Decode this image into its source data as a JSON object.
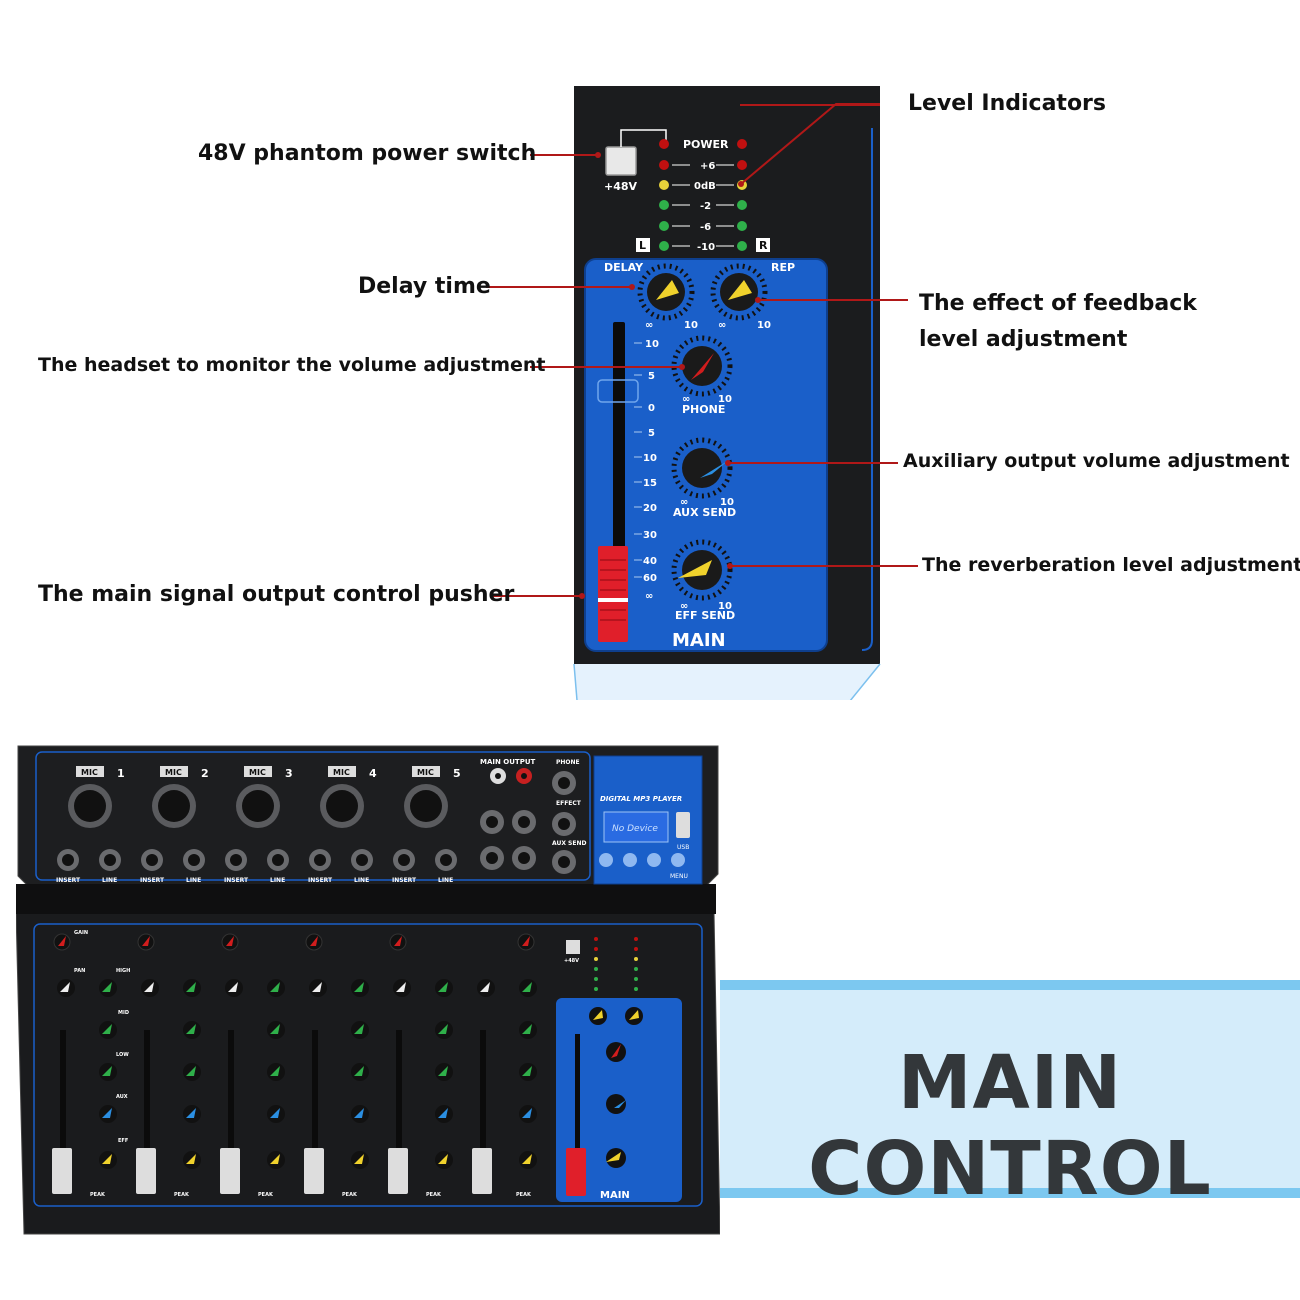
{
  "callouts": {
    "level_indicators": "Level Indicators",
    "phantom_power": "48V phantom power switch",
    "delay_time": "Delay time",
    "feedback": "The effect of feedback level adjustment",
    "headset_volume": "The headset to monitor the volume adjustment",
    "aux_output": "Auxiliary output volume adjustment",
    "reverb_level": "The reverberation level adjustment",
    "main_pusher": "The main signal output control pusher"
  },
  "panel_labels": {
    "plus48v": "+48V",
    "power": "POWER",
    "meter_scale": [
      "+6",
      "0dB",
      "-2",
      "-6",
      "-10"
    ],
    "left": "L",
    "right": "R",
    "delay": "DELAY",
    "rep": "REP",
    "phone": "PHONE",
    "aux_send": "AUX SEND",
    "eff_send": "EFF SEND",
    "main": "MAIN",
    "knob_min": "∞",
    "knob_max": "10",
    "fader_scale": [
      "10",
      "5",
      "0",
      "5",
      "10",
      "15",
      "20",
      "30",
      "40",
      "60",
      "∞"
    ]
  },
  "mixer": {
    "channels": [
      "1",
      "2",
      "3",
      "4",
      "5"
    ],
    "mic": "MIC",
    "insert": "INSERT",
    "line": "LINE",
    "main_output": "MAIN OUTPUT",
    "phone": "PHONE",
    "effect": "EFFECT",
    "aux_send": "AUX SEND",
    "mp3_title": "DIGITAL MP3 PLAYER",
    "mp3_display": "No Device",
    "usb": "USB",
    "menu": "MENU",
    "gain": "GAIN",
    "pan": "PAN",
    "high": "HIGH",
    "mid": "MID",
    "low": "LOW",
    "aux": "AUX",
    "eff": "EFF",
    "peak": "PEAK",
    "main": "MAIN"
  },
  "banner": {
    "title": "MAIN CONTROL"
  },
  "colors": {
    "leader": "#b01818",
    "plate_blue": "#1a5fc9",
    "panel_black": "#1b1c1e",
    "banner_bg": "#d4ecfa",
    "banner_edge": "#7cc8f0",
    "banner_text": "#33373a"
  }
}
